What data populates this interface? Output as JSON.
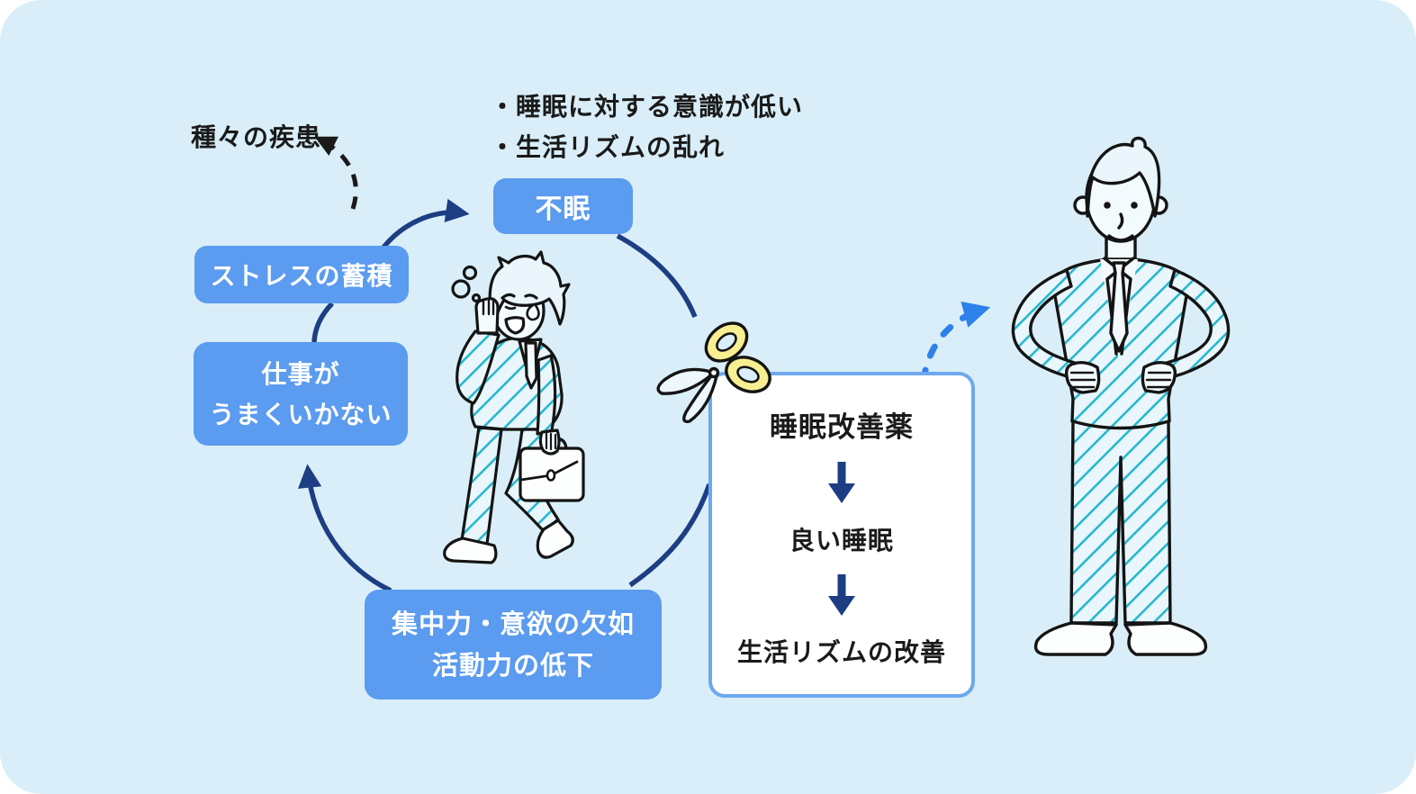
{
  "colors": {
    "background": "#d9eef8",
    "box_blue": "#5b9bf0",
    "navy_arrow": "#1d3e83",
    "bright_blue_arrow": "#2e80ea",
    "scissors_yellow": "#f8ef92",
    "suit_stripe_teal": "#29b7d0",
    "solution_border": "#6ea8ee",
    "ink": "#1a1a1a"
  },
  "annotations": {
    "diseases_label": "種々の疾患",
    "causes": {
      "line1": "・睡眠に対する意識が低い",
      "line2": "・生活リズムの乱れ"
    }
  },
  "cycle": {
    "insomnia": "不眠",
    "stress": "ストレスの蓄積",
    "work_line1": "仕事が",
    "work_line2": "うまくいかない",
    "decline_line1": "集中力・意欲の欠如",
    "decline_line2": "活動力の低下"
  },
  "solution": {
    "step1": "睡眠改善薬",
    "step2": "良い睡眠",
    "step3": "生活リズムの改善"
  }
}
